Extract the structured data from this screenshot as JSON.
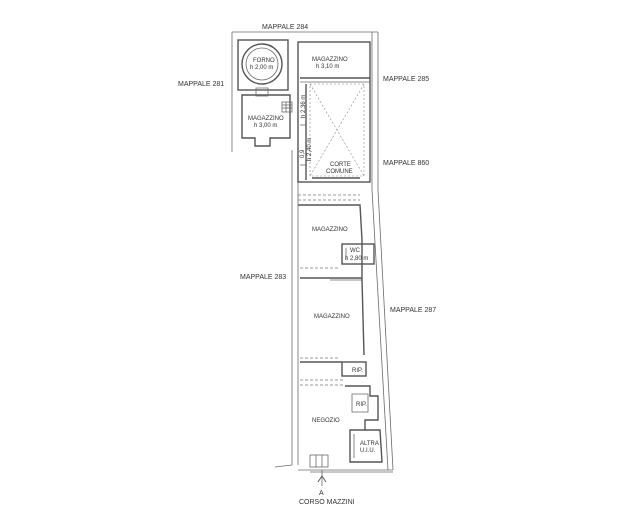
{
  "parcels": {
    "north": "MAPPALE 284",
    "west_top": "MAPPALE 281",
    "east_top": "MAPPALE 285",
    "east_mid": "MAPPALE 860",
    "west_mid": "MAPPALE 283",
    "east_bottom": "MAPPALE 287"
  },
  "rooms": {
    "forno": "FORNO",
    "forno_h": "h 2,00 m",
    "mag_left": "MAGAZZINO",
    "mag_left_h": "h 3,00 m",
    "mag_top": "MAGAZZINO",
    "mag_top_h": "h 3,10 m",
    "corte_1": "CORTE",
    "corte_2": "COMUNE",
    "mag_mid": "MAGAZZINO",
    "wc": "WC",
    "wc_h": "h 2,80 m",
    "mag_low": "MAGAZZINO",
    "rip_1": "RIP.",
    "rip_2": "RIP.",
    "negozio": "NEGOZIO",
    "altra_1": "ALTRA",
    "altra_2": "U.I.U."
  },
  "heights": {
    "h1": "h 2,36 m",
    "h2a": "0,9",
    "h2b": "h 2,40 m"
  },
  "street": "CORSO MAZZINI",
  "section_marker": "A"
}
